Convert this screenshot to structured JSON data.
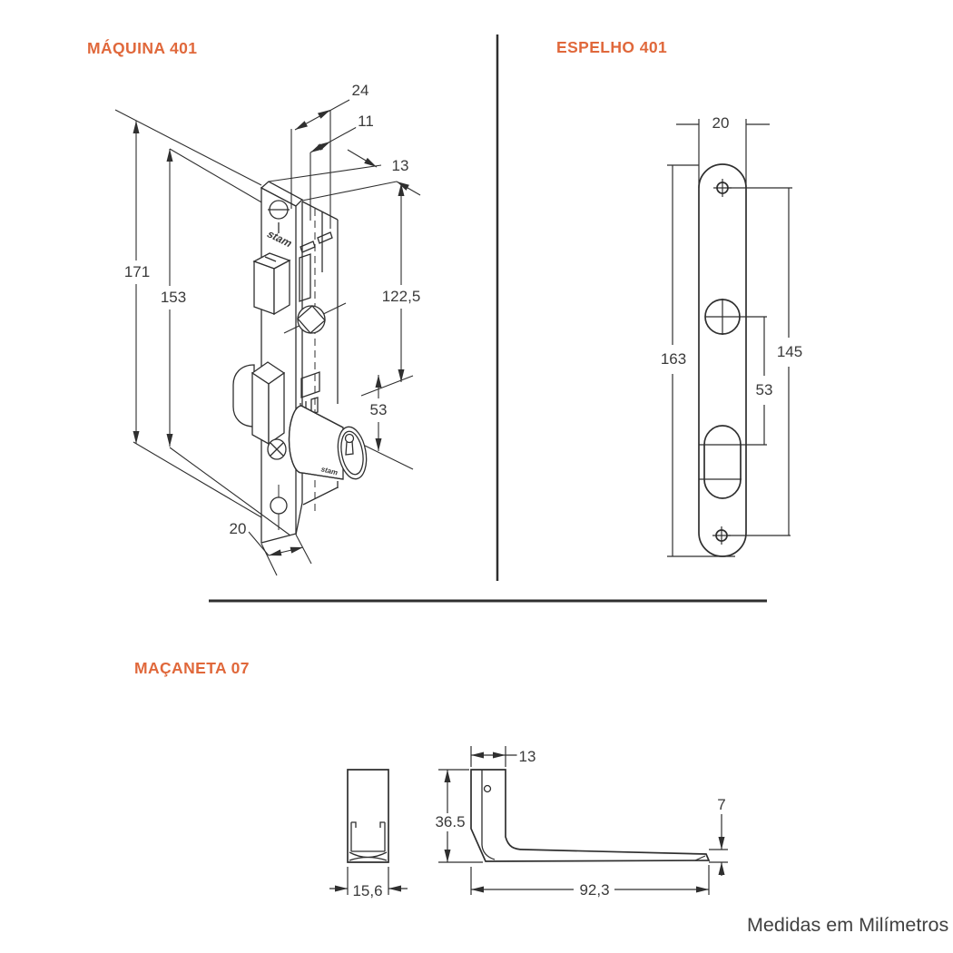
{
  "titles": {
    "machine": "MÁQUINA 401",
    "espelho": "ESPELHO 401",
    "macaneta": "MAÇANETA 07"
  },
  "footer": {
    "units_note": "Medidas em Milímetros"
  },
  "colors": {
    "accent_orange": "#e0683b",
    "drawing_line": "#2f2f2f",
    "dimension_text": "#3a3a3a",
    "divider_gray": "#cccccc",
    "background": "#ffffff"
  },
  "brand": {
    "faceplate_logo": "stam",
    "cylinder_logo": "stam"
  },
  "machine_dims": {
    "case_depth": "24",
    "case_inner": "11",
    "edge_offset": "13",
    "total_height": "171",
    "faceplate_height": "153",
    "upper_span": "122,5",
    "hub_to_cylinder": "53",
    "faceplate_width": "20"
  },
  "espelho_dims": {
    "plate_width": "20",
    "plate_height": "163",
    "screw_span": "145",
    "hub_to_cylinder": "53"
  },
  "macaneta_dims": {
    "neck_width": "13",
    "height": "36.5",
    "tip_height": "7",
    "grip_width": "15,6",
    "lever_length": "92,3"
  }
}
